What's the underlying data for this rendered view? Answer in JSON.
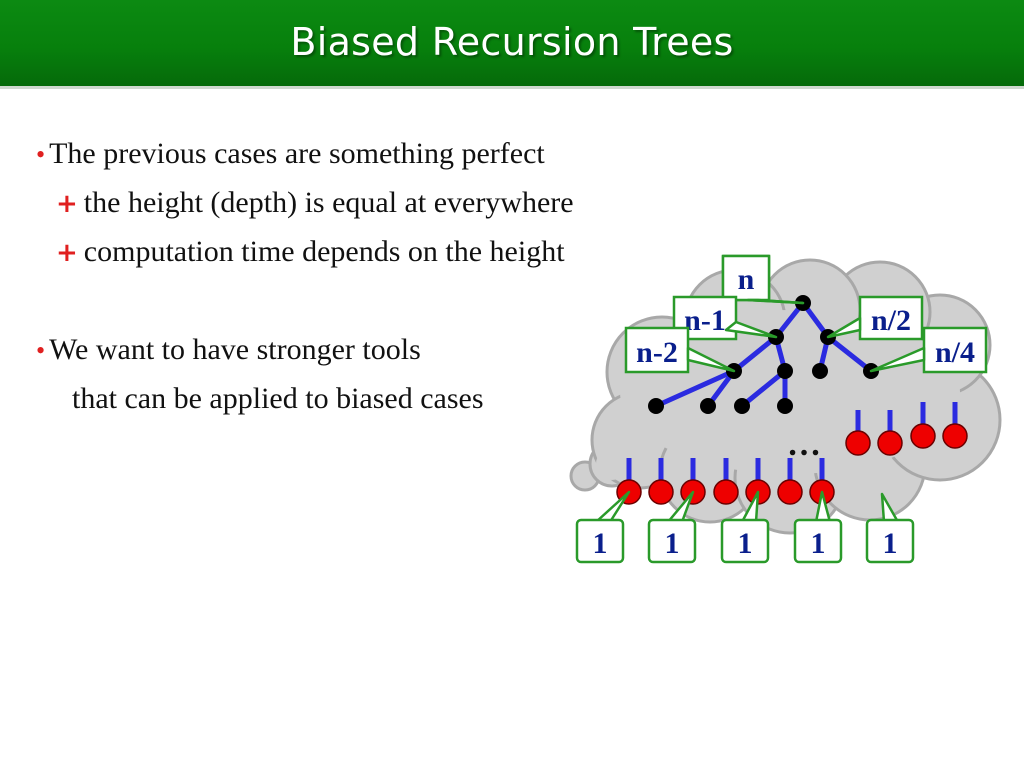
{
  "slide": {
    "title": "Biased Recursion Trees"
  },
  "bullets": [
    {
      "text": "The previous cases are something perfect",
      "sub": [
        "the height (depth) is equal at everywhere",
        "computation time depends on the height"
      ]
    },
    {
      "text": "We want to have stronger tools",
      "continuation": "that can be applied to biased cases"
    }
  ],
  "diagram": {
    "node_labels": {
      "root": "n",
      "left_child": "n-1",
      "left_grandchild": "n-2",
      "right_child": "n/2",
      "right_grandchild": "n/4"
    },
    "leaf_label": "1",
    "ellipsis": "…",
    "colors": {
      "edge": "#2b2be0",
      "internal_node": "#000000",
      "leaf_node": "#ee0000",
      "callout_border": "#2a9a2a",
      "label_text": "#0a1f8c"
    }
  }
}
